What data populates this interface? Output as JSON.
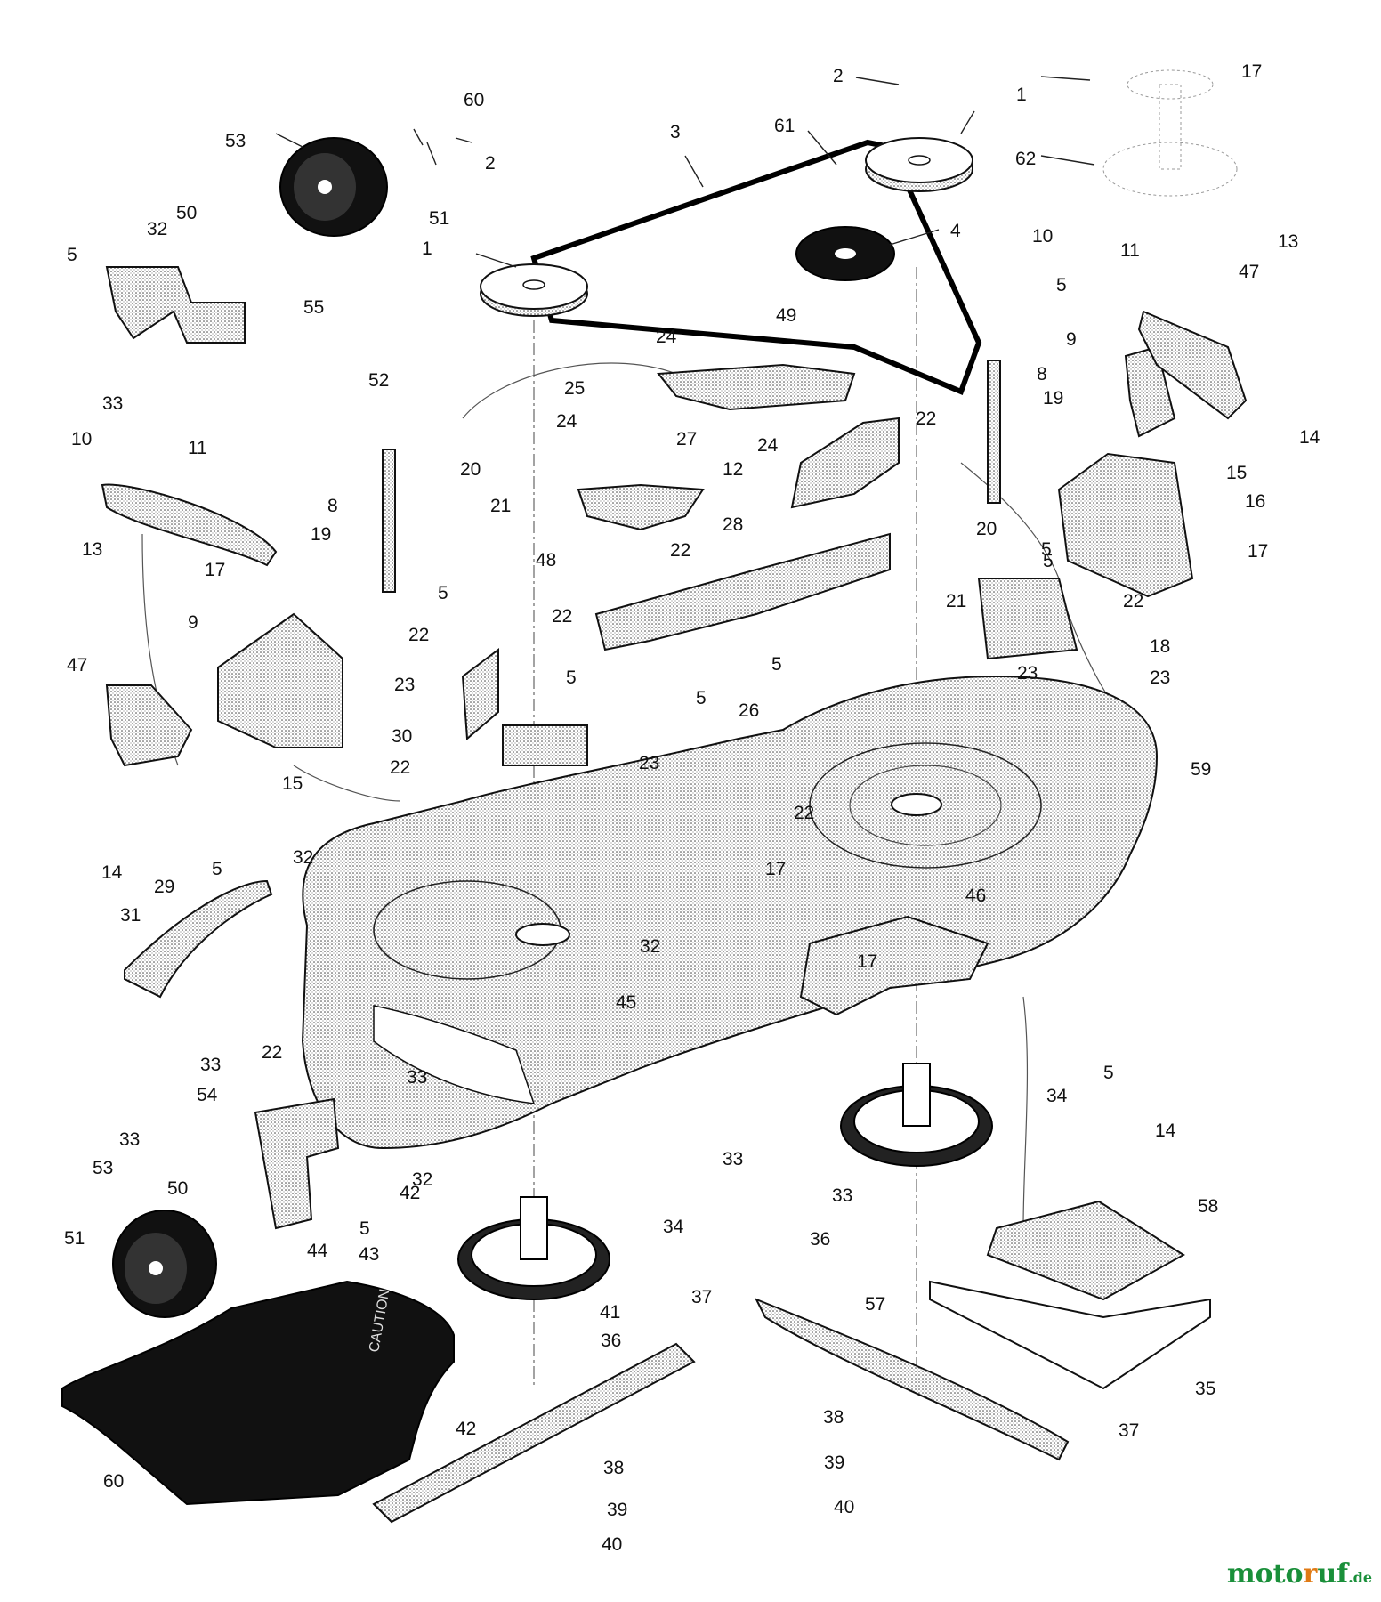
{
  "diagram": {
    "title": "Mower deck exploded parts diagram",
    "callouts": {
      "c1": "1",
      "c2": "1",
      "c3": "2",
      "c4": "2",
      "c5": "3",
      "c6": "4",
      "c7": "5",
      "c8": "5",
      "c9": "5",
      "c10": "5",
      "c11": "5",
      "c12": "5",
      "c13": "5",
      "c14": "5",
      "c15": "5",
      "c16": "5",
      "c17": "5",
      "c18": "8",
      "c19": "8",
      "c20": "9",
      "c21": "9",
      "c22": "10",
      "c23": "10",
      "c24": "11",
      "c25": "11",
      "c26": "12",
      "c27": "13",
      "c28": "13",
      "c29": "14",
      "c30": "14",
      "c31": "14",
      "c32": "15",
      "c33": "15",
      "c34": "16",
      "c35": "17",
      "c36": "17",
      "c37": "17",
      "c38": "17",
      "c39": "17",
      "c40": "18",
      "c41": "19",
      "c42": "19",
      "c43": "20",
      "c44": "20",
      "c45": "21",
      "c46": "21",
      "c47": "22",
      "c48": "22",
      "c49": "22",
      "c50": "22",
      "c51": "22",
      "c52": "22",
      "c53": "22",
      "c54": "22",
      "c55": "23",
      "c56": "23",
      "c57": "23",
      "c58": "23",
      "c59": "24",
      "c60": "24",
      "c61": "24",
      "c62": "25",
      "c63": "26",
      "c64": "27",
      "c65": "28",
      "c66": "29",
      "c67": "30",
      "c68": "31",
      "c69": "32",
      "c70": "32",
      "c71": "32",
      "c72": "32",
      "c73": "33",
      "c74": "33",
      "c75": "33",
      "c76": "33",
      "c77": "33",
      "c78": "33",
      "c79": "34",
      "c80": "34",
      "c81": "35",
      "c82": "36",
      "c83": "36",
      "c84": "37",
      "c85": "37",
      "c86": "38",
      "c87": "38",
      "c88": "39",
      "c89": "39",
      "c90": "40",
      "c91": "40",
      "c92": "41",
      "c93": "42",
      "c94": "42",
      "c95": "43",
      "c96": "44",
      "c97": "45",
      "c98": "46",
      "c99": "47",
      "c100": "47",
      "c101": "48",
      "c102": "49",
      "c103": "50",
      "c104": "50",
      "c105": "51",
      "c106": "51",
      "c107": "52",
      "c108": "53",
      "c109": "53",
      "c110": "54",
      "c111": "55",
      "c112": "57",
      "c113": "58",
      "c114": "59",
      "c115": "60",
      "c116": "60",
      "c117": "61",
      "c118": "62"
    },
    "deflector_text": "CAUTION"
  },
  "watermark": {
    "part1": "moto",
    "part2": "r",
    "part3": "uf",
    "suffix": ".de"
  }
}
